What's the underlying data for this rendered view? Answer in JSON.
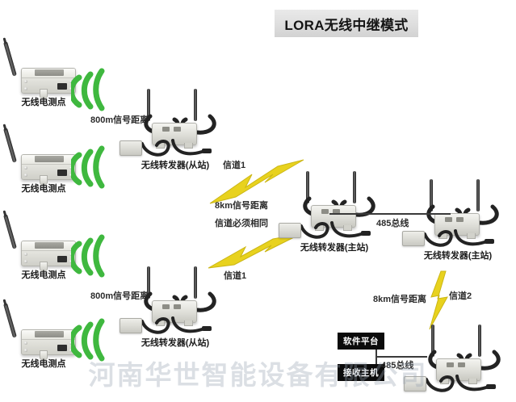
{
  "diagram": {
    "title": "LORA无线中继模式",
    "background_color": "#ffffff",
    "title_band_color": "#dedede",
    "accent_green": "#3fb83f",
    "accent_yellow": "#e8d21e",
    "watermark": "河南华世智能设备有限公司"
  },
  "sensor_nodes": [
    {
      "id": "node-1",
      "label": "无线电测点"
    },
    {
      "id": "node-2",
      "label": "无线电测点"
    },
    {
      "id": "node-3",
      "label": "无线电测点"
    },
    {
      "id": "node-4",
      "label": "无线电测点"
    }
  ],
  "relays": [
    {
      "id": "relay-slave-top",
      "label": "无线转发器(从站)"
    },
    {
      "id": "relay-slave-bottom",
      "label": "无线转发器(从站)"
    },
    {
      "id": "relay-master-left",
      "label": "无线转发器(主站)"
    },
    {
      "id": "relay-master-right",
      "label": "无线转发器(主站)"
    }
  ],
  "distance_labels": {
    "wifi_top": "800m信号距离",
    "wifi_bottom": "800m信号距离",
    "link_middle": "8km信号距离",
    "link_bottom_right": "8km信号距离"
  },
  "channel_labels": {
    "top": "信道1",
    "bottom": "信道1",
    "right": "信道2",
    "note": "信道必须相同"
  },
  "bus_labels": {
    "top": "485总线",
    "bottom": "485总线"
  },
  "platform_boxes": [
    {
      "id": "software-platform",
      "label": "软件平台"
    },
    {
      "id": "receiver-host",
      "label": "接收主机"
    }
  ]
}
